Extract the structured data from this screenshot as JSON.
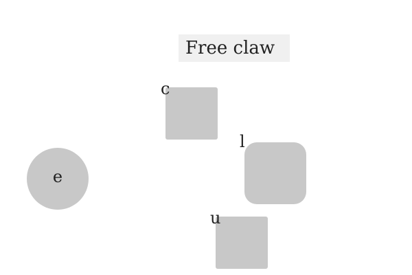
{
  "title": {
    "text": "Free claw"
  },
  "pieces": [
    {
      "id": "c",
      "label": "c",
      "shape": "rounded-square"
    },
    {
      "id": "l",
      "label": "l",
      "shape": "rounded-square"
    },
    {
      "id": "u",
      "label": "u",
      "shape": "rounded-square"
    },
    {
      "id": "e",
      "label": "e",
      "shape": "circle"
    }
  ],
  "colors": {
    "background": "#ffffff",
    "title_background": "#f0f0f0",
    "piece_fill": "#c8c8c8",
    "text": "#222222"
  }
}
